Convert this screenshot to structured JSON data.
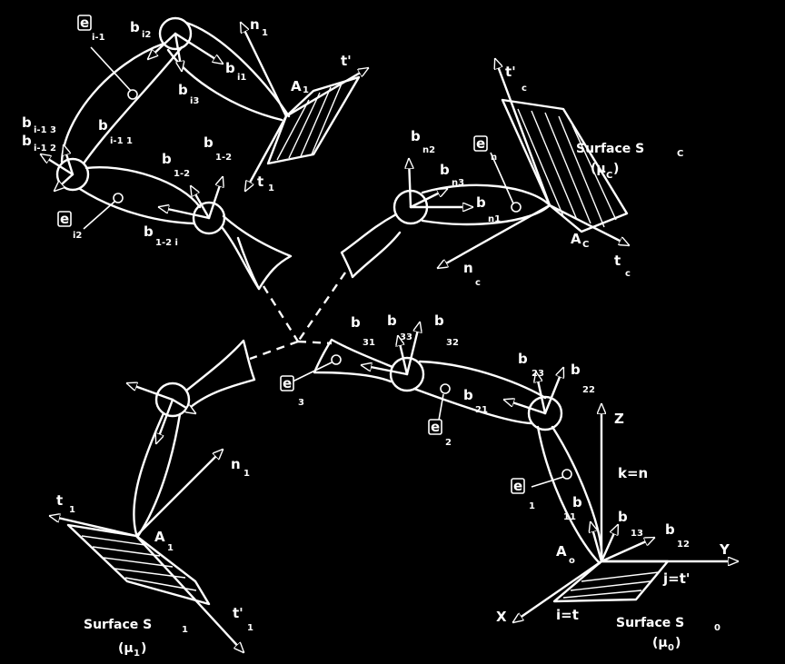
{
  "labels": {
    "e_i1": "e",
    "e_i1_sub": "i-1",
    "b_i2": "b",
    "b_i2_sub": "i2",
    "n1_top": "n",
    "n1_top_sub": "1",
    "tp_top": "t'",
    "b_i1": "b",
    "b_i1_sub": "i1",
    "A1_top": "A",
    "A1_top_sub": "1",
    "b_i3": "b",
    "b_i3_sub": "i3",
    "b_im1_3": "b",
    "b_im1_3_sub": "i-1 3",
    "b_im1_2": "b",
    "b_im1_2_sub": "i-1 2",
    "b_im1_1": "b",
    "b_im1_1_sub": "i-1 1",
    "b_1m2_a": "b",
    "b_1m2_a_sub": "1-2",
    "b_1m2_b": "b",
    "b_1m2_b_sub": "1-2",
    "t1_top": "t",
    "t1_top_sub": "1",
    "e_i2": "e",
    "e_i2_sub": "i2",
    "b_1m2_c": "b",
    "b_1m2_c_sub": "1-2 i",
    "tpc": "t'",
    "tpc_sub": "c",
    "b_n2": "b",
    "b_n2_sub": "n2",
    "e_n": "e",
    "e_n_sub": "n",
    "surf_c": "Surface S",
    "surf_c_sub": "C",
    "mu_c": "(μ",
    "mu_c_sub": "C",
    "mu_c_close": ")",
    "b_n3": "b",
    "b_n3_sub": "n3",
    "b_n1": "b",
    "b_n1_sub": "n1",
    "Ac": "A",
    "Ac_sub": "C",
    "n_c": "n",
    "n_c_sub": "c",
    "t_c": "t",
    "t_c_sub": "c",
    "b_31": "b",
    "b_31_sub": "31",
    "b_33": "b",
    "b_33_sub": "33",
    "b_32": "b",
    "b_32_sub": "32",
    "e_3": "e",
    "e_3_sub": "3",
    "b_23": "b",
    "b_23_sub": "23",
    "b_22": "b",
    "b_22_sub": "22",
    "b_21": "b",
    "b_21_sub": "21",
    "e_2": "e",
    "e_2_sub": "2",
    "Z": "Z",
    "k_n": "k=n",
    "e_1": "e",
    "e_1_sub": "1",
    "b_1x": "b",
    "b_1x_sub": "11",
    "b_13": "b",
    "b_13_sub": "13",
    "b_12": "b",
    "b_12_sub": "12",
    "Ao": "A",
    "Ao_sub": "o",
    "Y": "Y",
    "j_t": "j=t'",
    "X": "X",
    "i_t": "i=t",
    "surf_0": "Surface S",
    "surf_0_sub": "0",
    "mu_0": "(μ",
    "mu_0_sub": "0",
    "mu_0_close": ")",
    "n1_bot": "n",
    "n1_bot_sub": "1",
    "t1_bot": "t",
    "t1_bot_sub": "1",
    "A1_bot": "A",
    "A1_bot_sub": "1",
    "tp1_bot": "t'",
    "tp1_bot_sub": "1",
    "surf_1": "Surface S",
    "surf_1_sub": "1",
    "mu_1": "(μ",
    "mu_1_sub": "1",
    "mu_1_close": ")"
  }
}
